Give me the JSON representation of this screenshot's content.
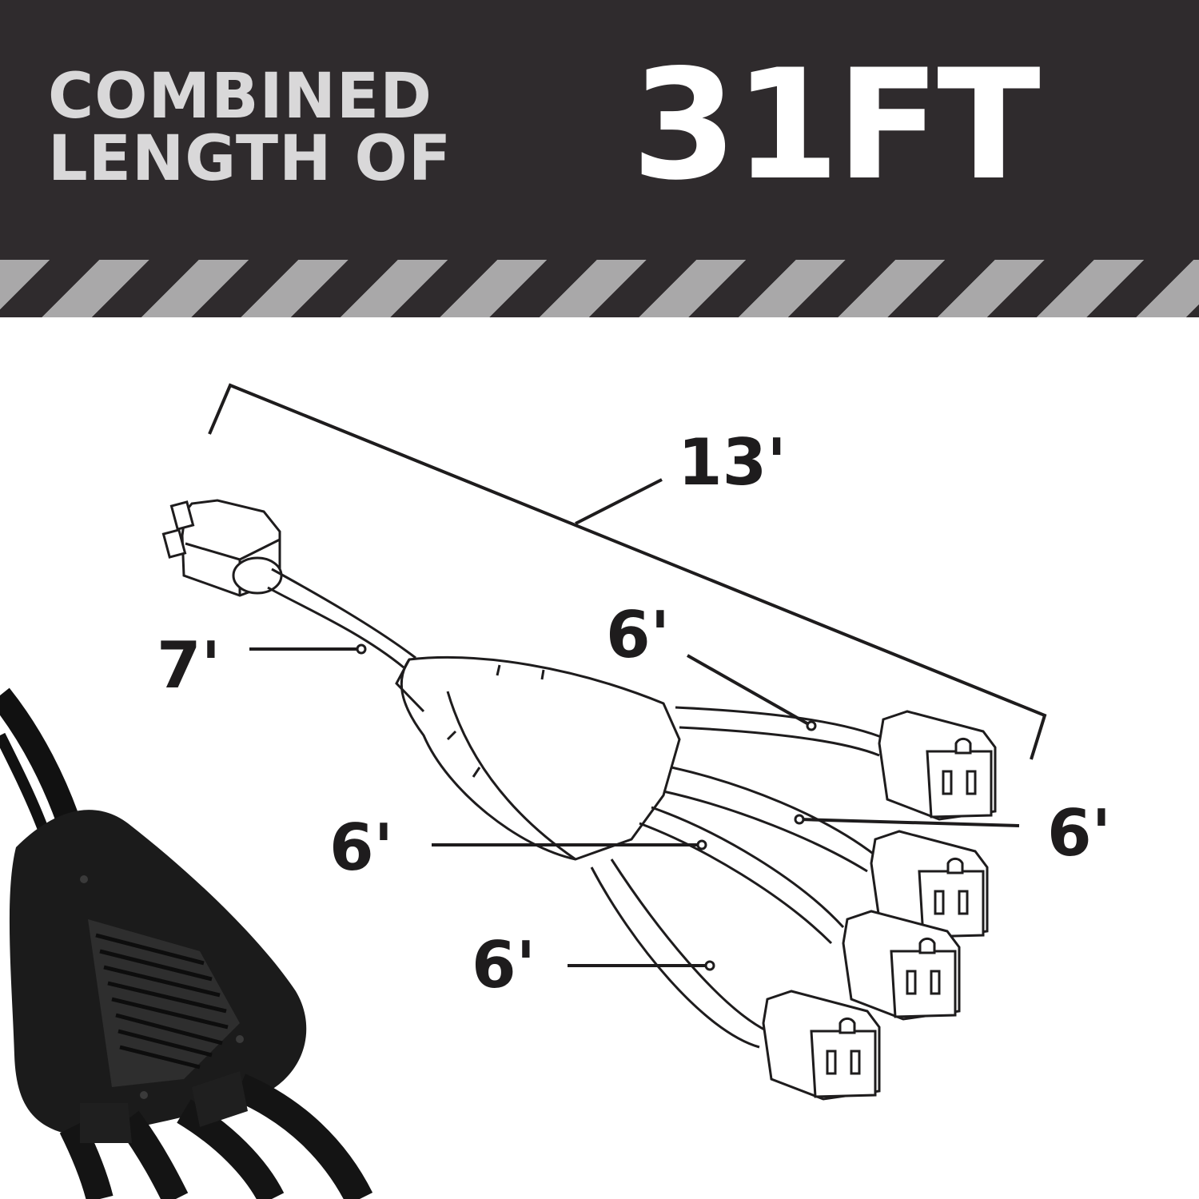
{
  "banner": {
    "line1": "COMBINED",
    "line2": "LENGTH OF",
    "total_length": "31FT",
    "background_color": "#2f2b2d",
    "stripe_color": "#a9a8a9"
  },
  "diagram": {
    "total_span_label": "13'",
    "main_cord_label": "7'",
    "outlet_labels": [
      "6'",
      "6'",
      "6'",
      "6'"
    ]
  }
}
